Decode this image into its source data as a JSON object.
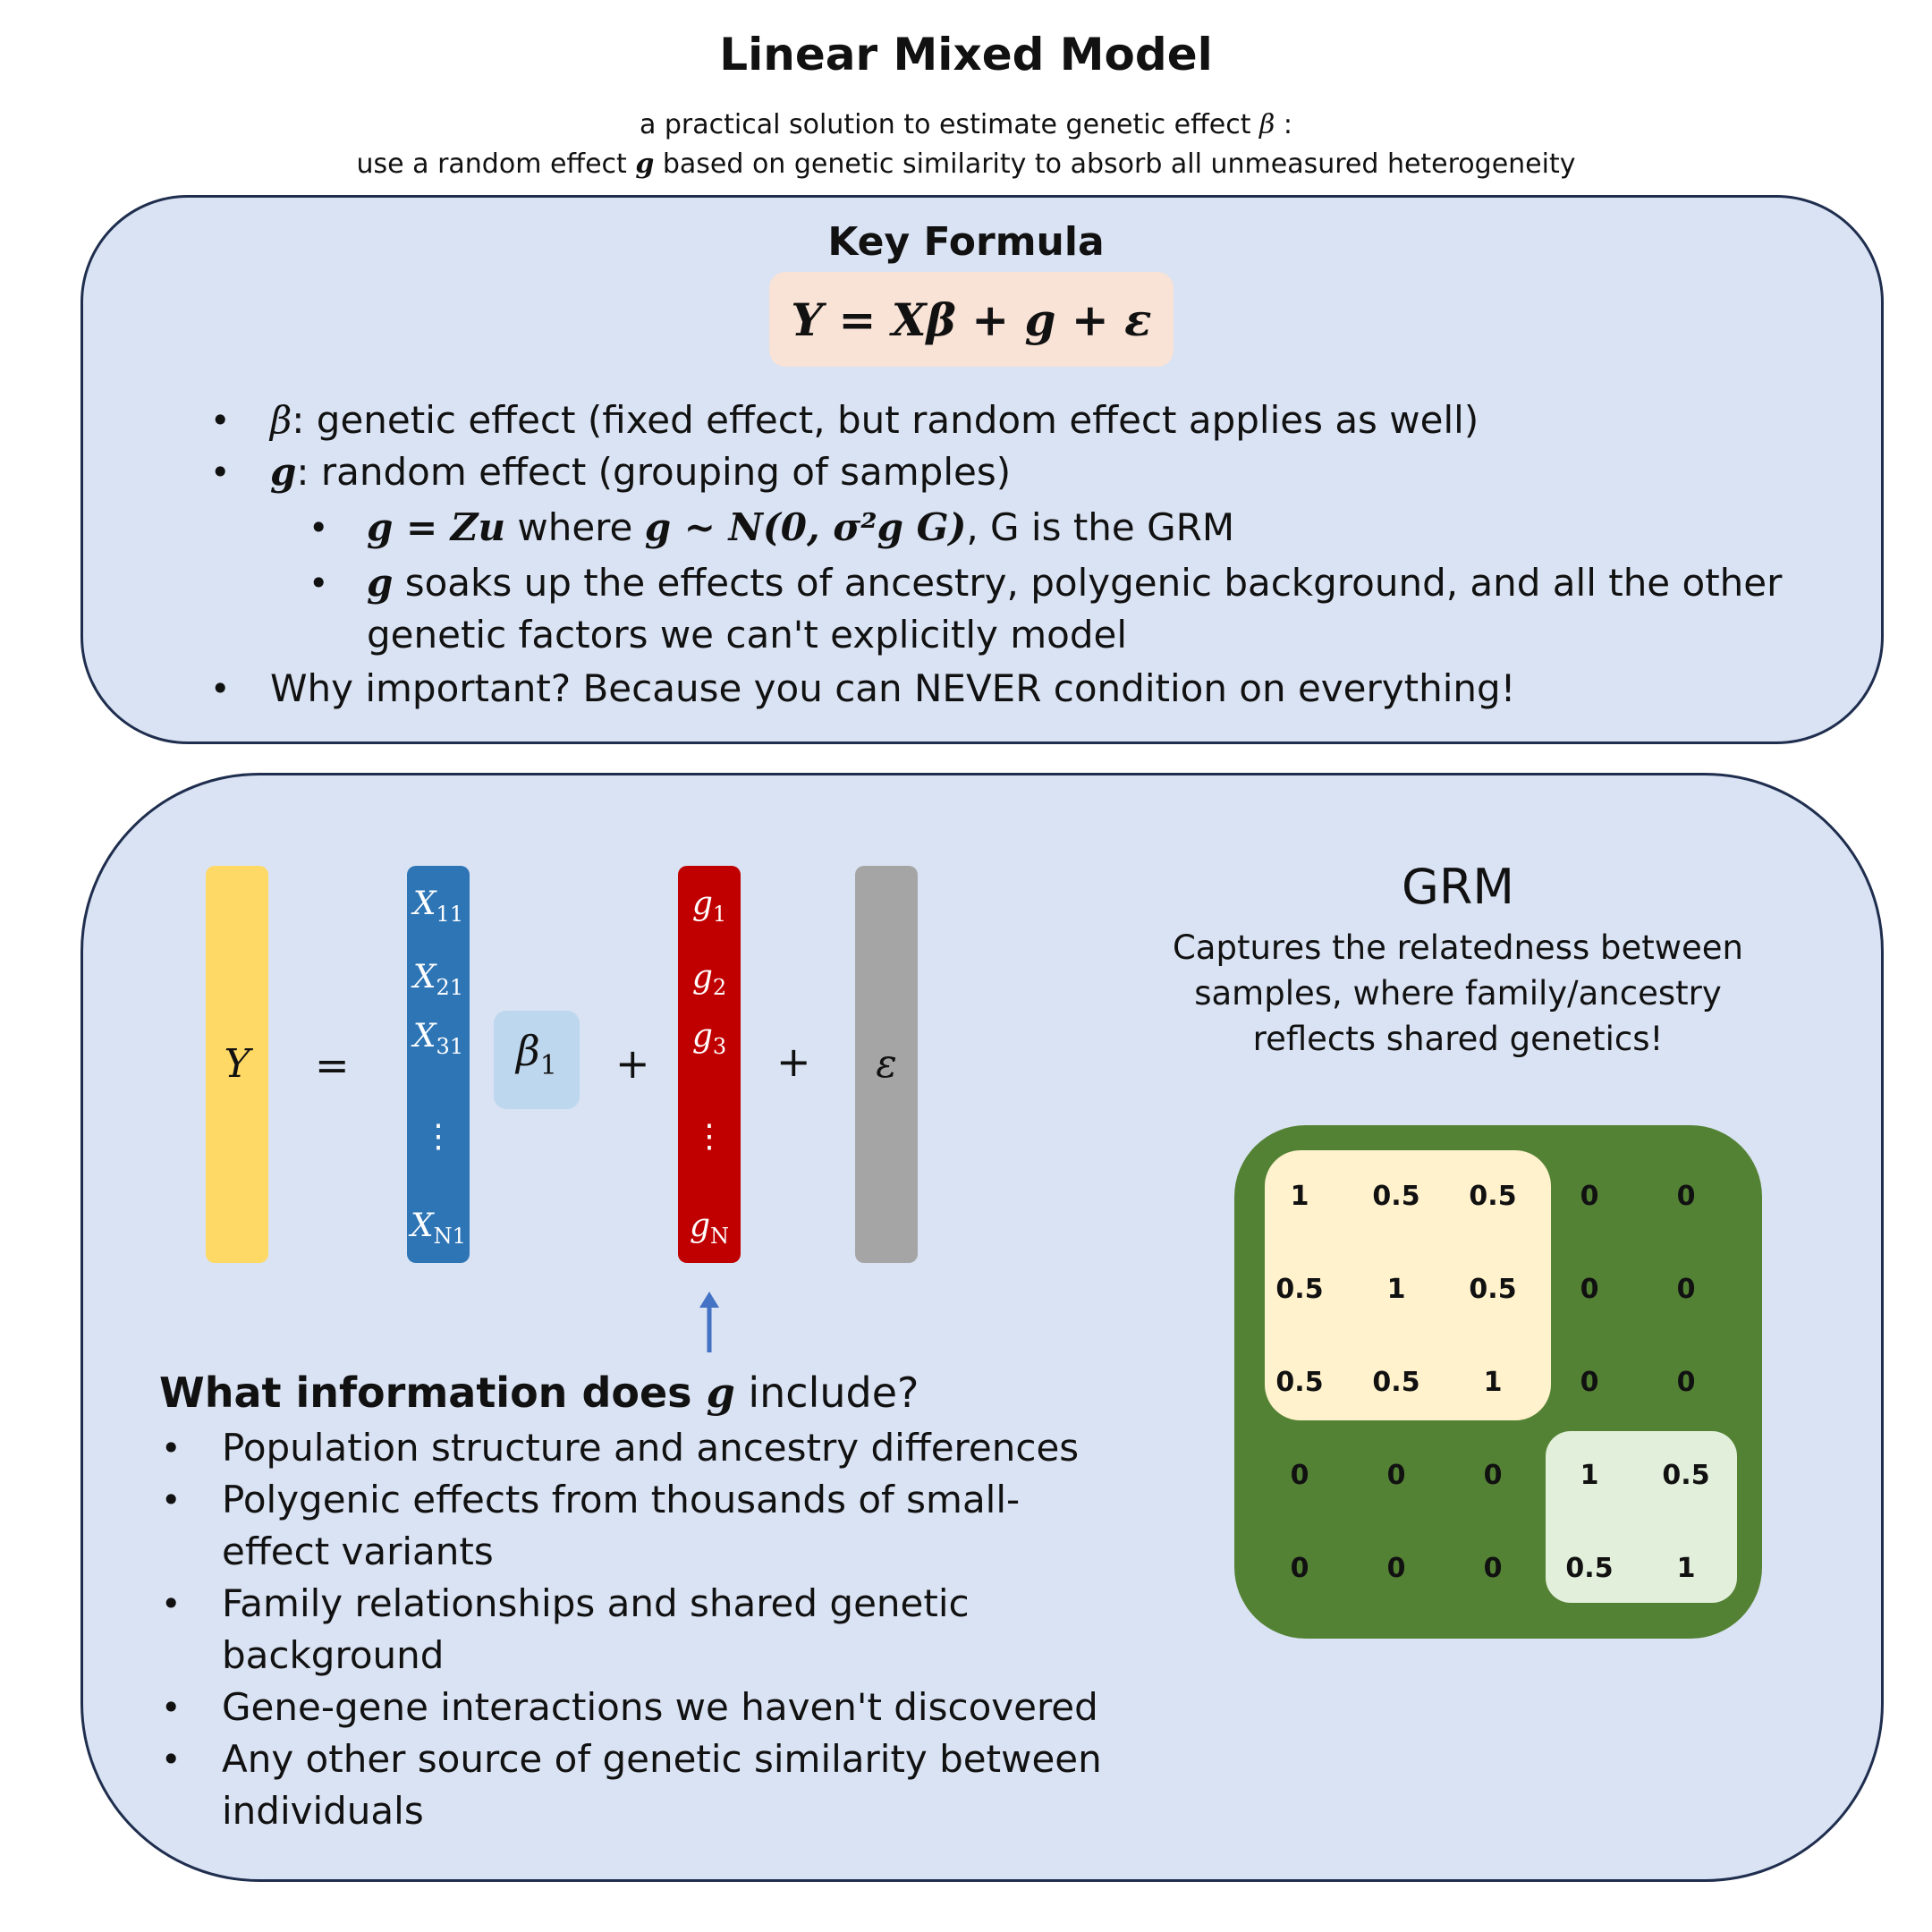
{
  "title": "Linear Mixed Model",
  "subtitle": {
    "line1_pre": "a practical solution to estimate genetic effect ",
    "beta_sym": "β",
    "line1_post": " :",
    "line2_pre": "use a random effect ",
    "g_sym": "g",
    "line2_post": " based on genetic similarity to absorb all unmeasured heterogeneity"
  },
  "key_formula": {
    "title": "Key Formula",
    "formula": "Y = Xβ + g + ε",
    "b1_sym": "β",
    "b1_text": ": genetic effect (fixed effect, but random effect applies as well)",
    "b2_sym": "g",
    "b2_text": ": random effect (grouping of samples)",
    "b2a_math": "g = Zu",
    "b2a_where": " where ",
    "b2a_dist": "g ~ N(0, σ²g G)",
    "b2a_tail": ",  G is the GRM",
    "b2b_sym": "g",
    "b2b_line1": " soaks up the effects of ancestry, polygenic background, and all the other",
    "b2b_line2": "genetic factors we can't explicitly model",
    "b3_text": "Why important? Because you can NEVER condition on everything!"
  },
  "equation": {
    "y": "Y",
    "eq": "=",
    "x_cells": [
      "X",
      "X",
      "X",
      "⋮",
      "X"
    ],
    "x_subs": [
      "11",
      "21",
      "31",
      "",
      "N1"
    ],
    "beta": "β",
    "beta_sub": "1",
    "plus": "+",
    "g_cells": [
      "g",
      "g",
      "g",
      "⋮",
      "g"
    ],
    "g_subs": [
      "1",
      "2",
      "3",
      "",
      "N"
    ],
    "eps": "ε"
  },
  "colors": {
    "y_col": "#ffd966",
    "x_col": "#2e75b6",
    "beta_box": "#bdd7ee",
    "g_col": "#c00000",
    "eps_col": "#a5a5a5",
    "arrow": "#4472c4",
    "grm_outer": "#548235",
    "grm_block1": "#fff2cc",
    "grm_block2": "#e2efda",
    "panel": "#dae3f3",
    "formula_box": "#f9e2d6"
  },
  "grm": {
    "title": "GRM",
    "desc_line1": "Captures the relatedness between",
    "desc_line2": "samples, where family/ancestry",
    "desc_line3": "reflects shared genetics!",
    "matrix": [
      [
        "1",
        "0.5",
        "0.5",
        "0",
        "0"
      ],
      [
        "0.5",
        "1",
        "0.5",
        "0",
        "0"
      ],
      [
        "0.5",
        "0.5",
        "1",
        "0",
        "0"
      ],
      [
        "0",
        "0",
        "0",
        "1",
        "0.5"
      ],
      [
        "0",
        "0",
        "0",
        "0.5",
        "1"
      ]
    ]
  },
  "info": {
    "title_pre": "What information does ",
    "title_sym": "g",
    "title_post": " include?",
    "items": [
      [
        "Population structure and ancestry differences"
      ],
      [
        "Polygenic effects from thousands of small-",
        "effect variants"
      ],
      [
        "Family relationships and shared genetic",
        "background"
      ],
      [
        "Gene-gene interactions we haven't discovered"
      ],
      [
        "Any other source of genetic similarity between",
        "individuals"
      ]
    ]
  },
  "bullet": "•"
}
